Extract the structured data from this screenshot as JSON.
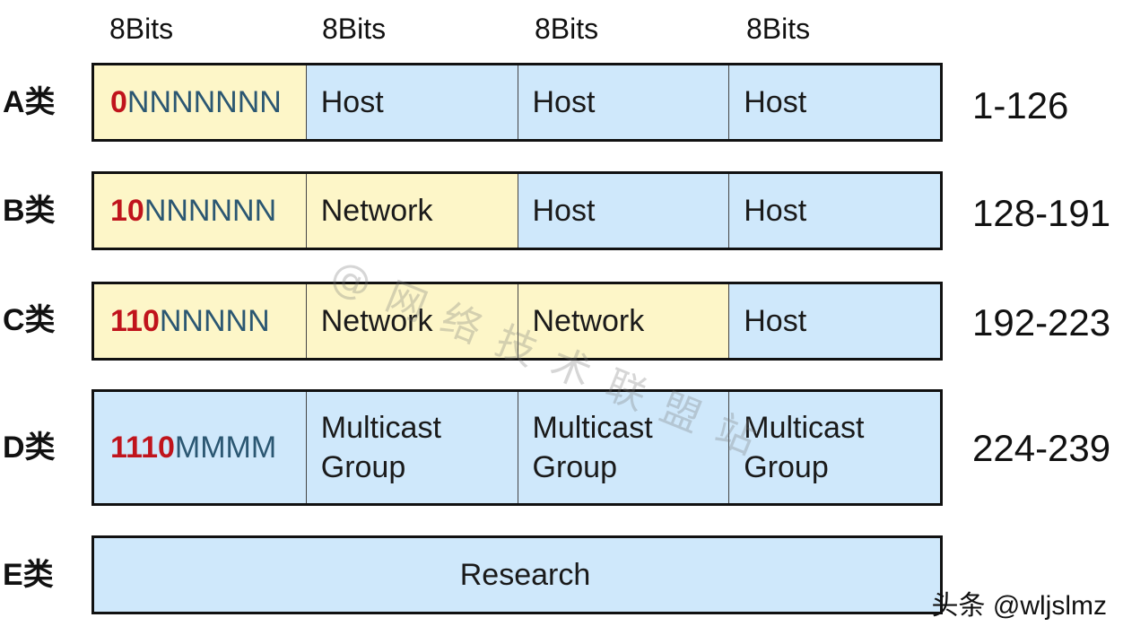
{
  "header": {
    "bits": [
      "8Bits",
      "8Bits",
      "8Bits",
      "8Bits"
    ]
  },
  "classes": {
    "a": {
      "label": "A类",
      "prefix_bits": "0",
      "rest_bits": "NNNNNNN",
      "cells": [
        "Host",
        "Host",
        "Host"
      ],
      "range": "1-126"
    },
    "b": {
      "label": "B类",
      "prefix_bits": "10",
      "rest_bits": "NNNNNN",
      "cells": [
        "Network",
        "Host",
        "Host"
      ],
      "range": "128-191"
    },
    "c": {
      "label": "C类",
      "prefix_bits": "110",
      "rest_bits": "NNNNN",
      "cells": [
        "Network",
        "Network",
        "Host"
      ],
      "range": "192-223"
    },
    "d": {
      "label": "D类",
      "prefix_bits": "1110",
      "rest_bits": "MMMM",
      "cells": [
        {
          "line1": "Multicast",
          "line2": "Group"
        },
        {
          "line1": "Multicast",
          "line2": "Group"
        },
        {
          "line1": "Multicast",
          "line2": "Group"
        }
      ],
      "range": "224-239"
    },
    "e": {
      "label": "E类",
      "research": "Research"
    }
  },
  "colors": {
    "network_fill": "#fdf6c8",
    "host_fill": "#cfe8fb",
    "prefix_red": "#c0141c",
    "prefix_rest": "#2b5772"
  },
  "watermark": "@网络技术联盟站",
  "credit": "头条 @wljslmz"
}
